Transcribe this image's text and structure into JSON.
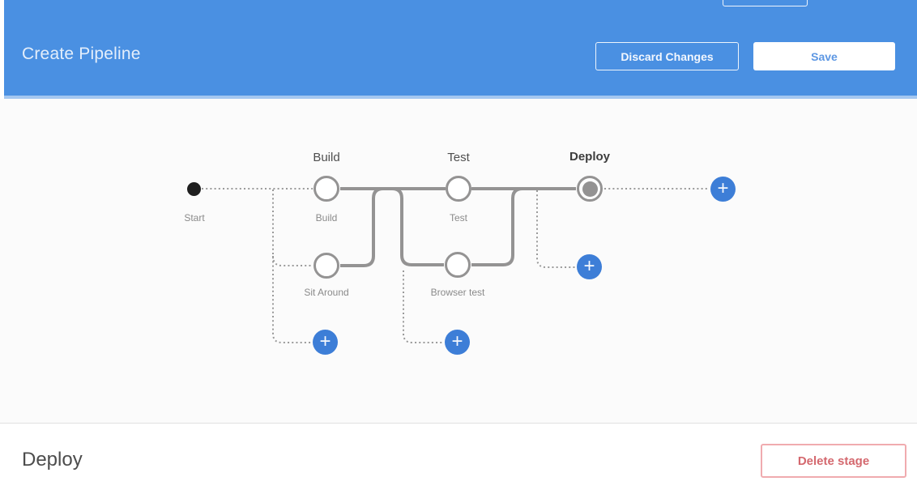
{
  "header": {
    "title": "Create Pipeline",
    "discard_label": "Discard Changes",
    "save_label": "Save"
  },
  "graph": {
    "start_label": "Start",
    "plus_glyph": "+",
    "columns": [
      {
        "title": "Build",
        "sub": "Build",
        "parallel": "Sit Around"
      },
      {
        "title": "Test",
        "sub": "Test",
        "parallel": "Browser test"
      },
      {
        "title": "Deploy",
        "selected": true
      }
    ],
    "add_icons": [
      "plus-icon",
      "plus-icon",
      "plus-icon",
      "plus-icon"
    ]
  },
  "panel": {
    "title": "Deploy",
    "delete_label": "Delete stage"
  },
  "colors": {
    "header_blue": "#4a90e2",
    "plus_button_blue": "#3d7ed7",
    "save_text_blue": "#5d97e3",
    "solid_line_gray": "#949393",
    "dotted_line_gray": "#9a9a9a",
    "delete_text_red": "#d4686e",
    "delete_border_red": "#f0abaf"
  }
}
